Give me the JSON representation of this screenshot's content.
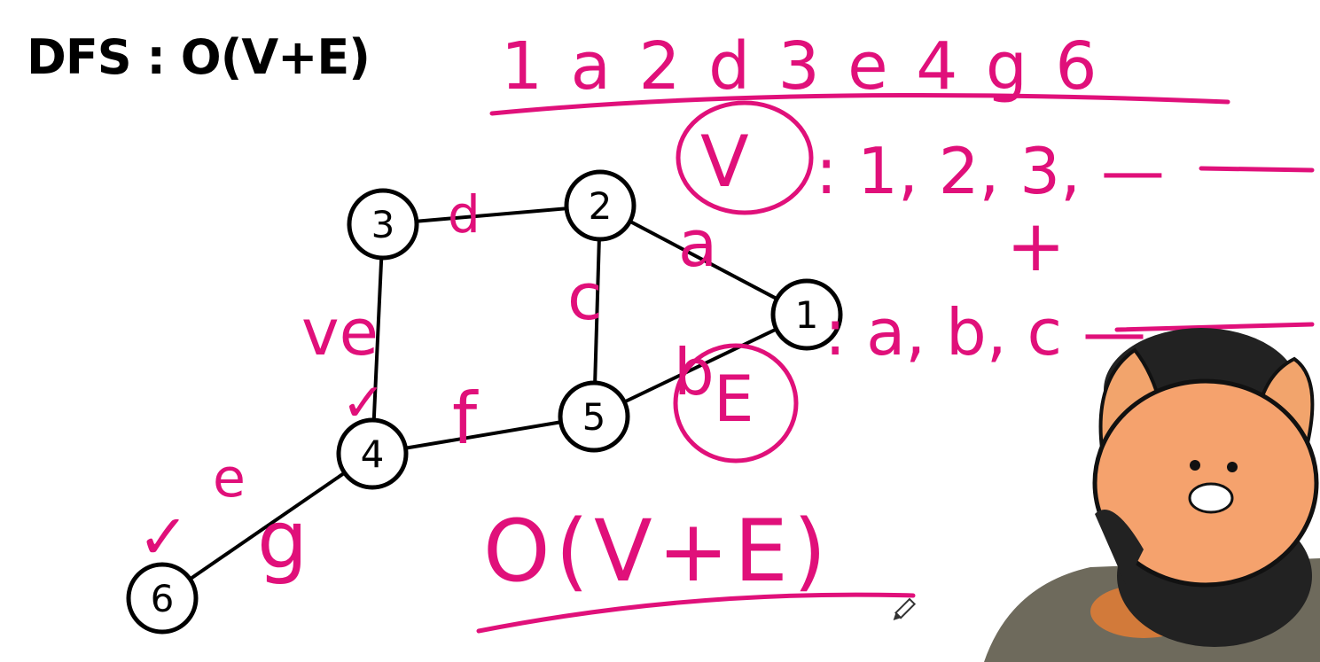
{
  "title": "DFS : O(V+E)",
  "ink_color": "#e0107a",
  "graph": {
    "nodes": [
      {
        "id": "3",
        "label": "3"
      },
      {
        "id": "2",
        "label": "2"
      },
      {
        "id": "1",
        "label": "1"
      },
      {
        "id": "5",
        "label": "5"
      },
      {
        "id": "4",
        "label": "4"
      },
      {
        "id": "6",
        "label": "6"
      }
    ],
    "edge_labels": {
      "d": "d",
      "a": "a",
      "c": "c",
      "e": "e",
      "f": "f",
      "b": "b",
      "g": "g"
    }
  },
  "annotations": {
    "traversal": "1 a 2 d 3 e 4 g 6",
    "v_label": "V",
    "v_list": ": 1, 2, 3, —",
    "e_label": "E",
    "e_list": ": a, b, c —",
    "plus": "+",
    "result": "O(V+E)",
    "ve_note": "ve",
    "check_1": "✓",
    "check_2": "✓"
  },
  "overlay": {
    "character": "cartoon-cat-avatar"
  }
}
